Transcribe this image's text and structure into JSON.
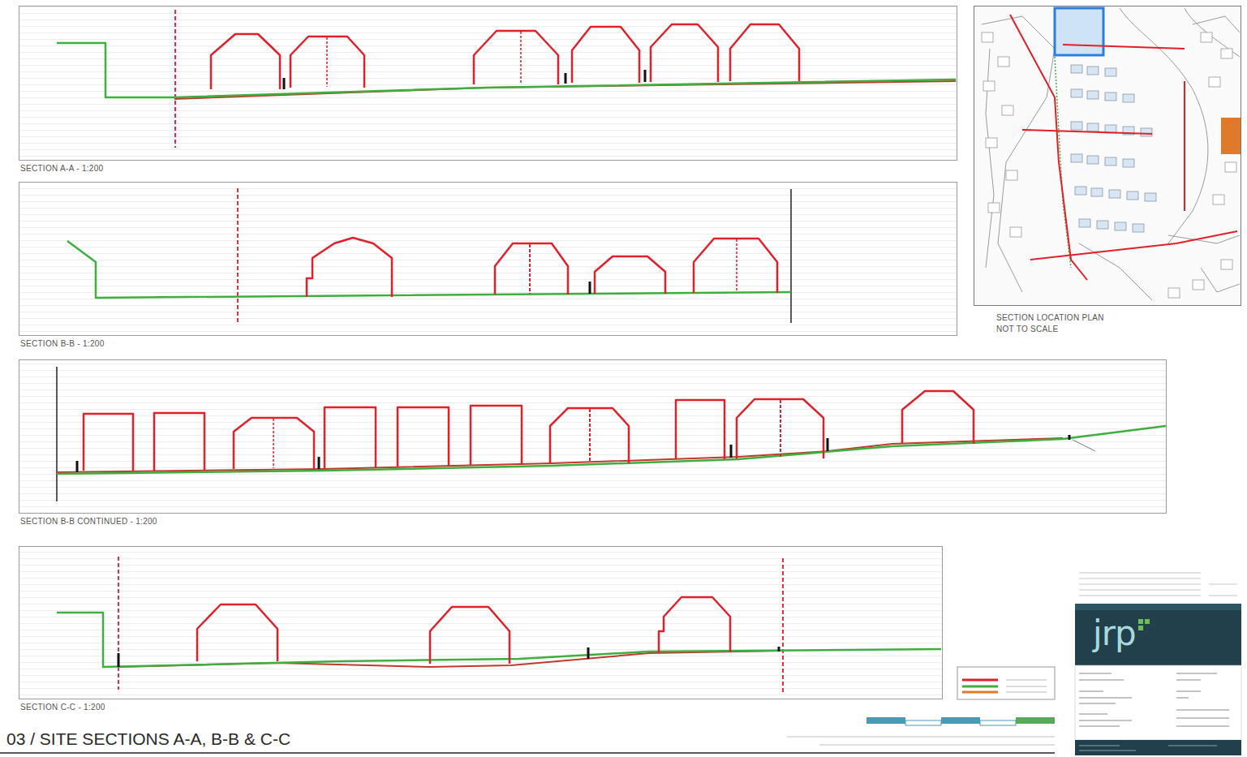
{
  "diagram": {
    "title": "03 / SITE SECTIONS A-A, B-B & C-C",
    "nodes": [
      {
        "text": [
          "SECTION A-A - 1:200"
        ]
      },
      {
        "text": [
          "SECTION B-B - 1:200"
        ]
      },
      {
        "text": [
          "SECTION B-B CONTINUED - 1:200"
        ]
      },
      {
        "text": [
          "SECTION C-C - 1:200"
        ]
      },
      {
        "text": [
          "SECTION LOCATION PLAN",
          "NOT TO SCALE"
        ]
      },
      {
        "text": [
          "jrp"
        ]
      }
    ]
  }
}
